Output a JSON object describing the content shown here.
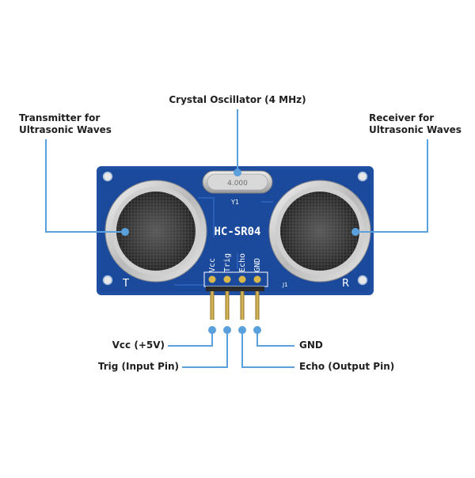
{
  "diagram": {
    "colors": {
      "pcb": "#1e4fa3",
      "pcb_dark": "#173f86",
      "leader": "#5aa0dd",
      "label_text": "#1f1f1f",
      "silkscreen": "#ffffff"
    },
    "labels": {
      "crystal": "Crystal Oscillator (4 MHz)",
      "transmitter_line1": "Transmitter for",
      "transmitter_line2": "Ultrasonic Waves",
      "receiver_line1": "Receiver for",
      "receiver_line2": "Ultrasonic Waves",
      "vcc": "Vcc (+5V)",
      "trig": "Trig (Input Pin)",
      "gnd": "GND",
      "echo": "Echo (Output Pin)"
    },
    "board": {
      "model": "HC-SR04",
      "crystal_marking": "4.000",
      "crystal_ref": "Y1",
      "header_ref": "J1",
      "transmitter_mark": "T",
      "receiver_mark": "R",
      "pins": [
        "Vcc",
        "Trig",
        "Echo",
        "GND"
      ]
    }
  }
}
